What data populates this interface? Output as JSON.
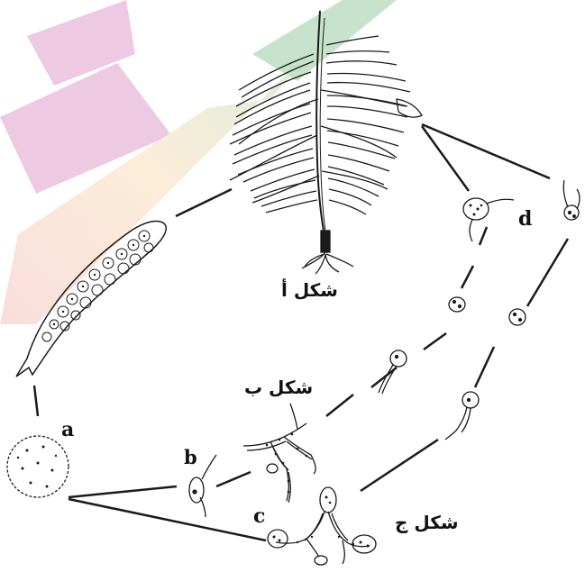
{
  "labels": {
    "a": "a",
    "b": "b",
    "c": "c",
    "d": "d",
    "fig_a": "شكل أ",
    "fig_b": "شكل ب",
    "fig_c": "شكل ج"
  },
  "colors": {
    "ink": "#1a1a1a",
    "watermark_pink": "#c2409a",
    "watermark_orange": "#f3b06b",
    "watermark_green": "#3a9a4a",
    "background": "#ffffff"
  }
}
